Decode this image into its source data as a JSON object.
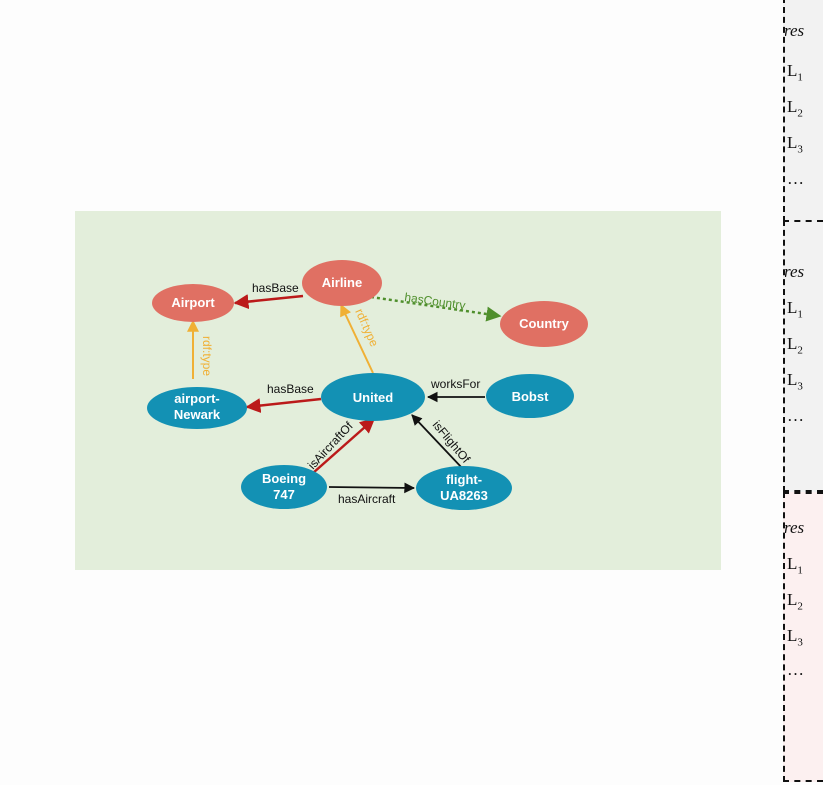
{
  "nodes": {
    "airline": "Airline",
    "airport": "Airport",
    "country": "Country",
    "airport_newark_line1": "airport-",
    "airport_newark_line2": "Newark",
    "united": "United",
    "bobst": "Bobst",
    "boeing_line1": "Boeing",
    "boeing_line2": "747",
    "flight_line1": "flight-",
    "flight_line2": "UA8263"
  },
  "edges": {
    "airline_hasbase_airport": "hasBase",
    "airline_hascountry": "hasCountry",
    "airport_rdftype": "rdf:type",
    "united_rdftype": "rdf:type",
    "united_hasbase_newark": "hasBase",
    "bobst_worksfor": "worksFor",
    "boeing_isaircraftof": "isAircraftOf",
    "flight_isflightof": "isFlightOf",
    "boeing_hasaircraft": "hasAircraft"
  },
  "colors": {
    "panel_bg": "#e3eedb",
    "class_node": "#e07063",
    "instance_node": "#1391b4",
    "red_edge": "#bb1a1a",
    "yellow_edge": "#f0b035",
    "green_edge": "#4f8f2c",
    "black_edge": "#111111"
  },
  "side_boxes": [
    {
      "header": "res",
      "items": [
        "L",
        "L",
        "L",
        "…"
      ],
      "subs": [
        "1",
        "2",
        "3",
        ""
      ]
    },
    {
      "header": "res",
      "items": [
        "L",
        "L",
        "L",
        "…"
      ],
      "subs": [
        "1",
        "2",
        "3",
        ""
      ]
    },
    {
      "header": "res",
      "items": [
        "L",
        "L",
        "L",
        "…"
      ],
      "subs": [
        "1",
        "2",
        "3",
        ""
      ]
    }
  ]
}
